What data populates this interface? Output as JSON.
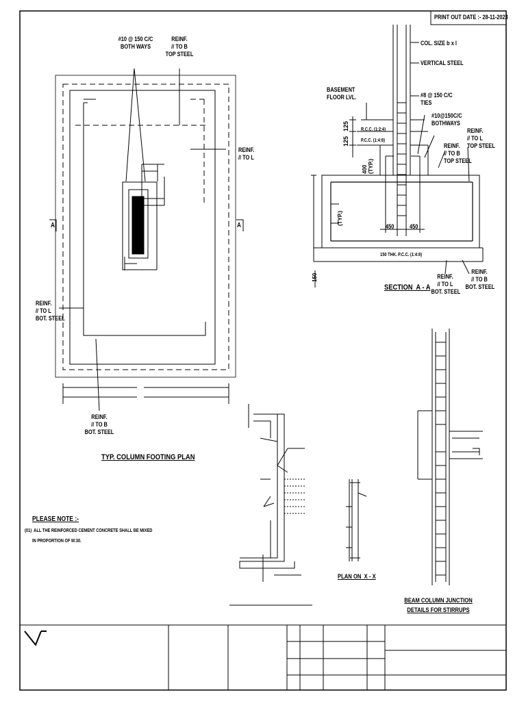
{
  "print_date": "PRINT OUT DATE :- 28-11-2023",
  "plan": {
    "title": "TYP. COLUMN FOOTING PLAN",
    "label_both_ways": "#10 @ 150 C/C\nBOTH WAYS",
    "label_top_b": "REINF.\n// TO B\nTOP STEEL",
    "label_top_l": "REINF.\n// TO L",
    "label_bot_l": "REINF.\n// TO L\nBOT. STEEL",
    "label_bot_b": "REINF.\n// TO B\nBOT. STEEL",
    "section_mark": "A"
  },
  "section": {
    "title": "SECTION  A - A",
    "col_size": "COL. SIZE b x l",
    "vertical_steel": "VERTICAL STEEL",
    "basement": "BASEMENT\nFLOOR LVL.",
    "ties": "#8 @ 150 C/C\nTIES",
    "bothways": "#10@150C/C\nBOTHWAYS",
    "rcc": "R.C.C. (1:2:4)",
    "pcc": "P.C.C. (1:4:8)",
    "reinf_top_b": "REINF.\n// TO B\nTOP STEEL",
    "reinf_top_l": "REINF.\n// TO L\nTOP STEEL",
    "dim_125a": "125",
    "dim_125b": "125",
    "dim_400": "400\n(TYP.)",
    "dim_450a": "450",
    "dim_450b": "450",
    "typ": "(TYP.)",
    "pcc_bed": "150 THK. P.C.C. (1:4:8)",
    "dim_150": "150",
    "reinf_bot_l": "REINF.\n// TO L\nBOT. STEEL",
    "reinf_bot_b": "REINF.\n// TO B\nBOT. STEEL"
  },
  "details": {
    "plan_xx": "PLAN ON  X - X",
    "beam_column": "BEAM COLUMN JUNCTION\nDETAILS FOR STIRRUPS"
  },
  "notes": {
    "heading": "PLEASE NOTE :-",
    "line1": "(01)  ALL THE REINFORCED CEMENT CONCRETE SHALL BE MIXED",
    "line2": "IN PROPORTION OF M:30."
  }
}
